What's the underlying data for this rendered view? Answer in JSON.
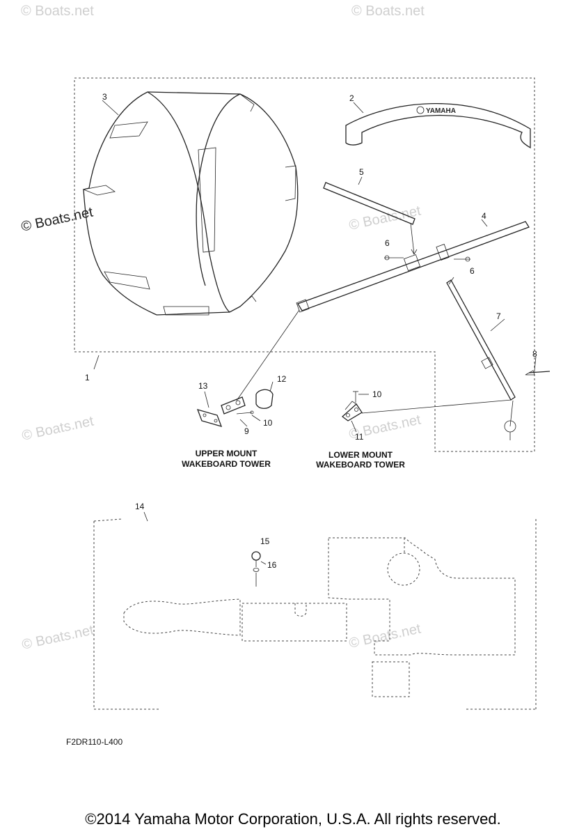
{
  "watermark": "© Boats.net",
  "callouts": [
    "1",
    "2",
    "3",
    "4",
    "5",
    "6",
    "6",
    "7",
    "8",
    "9",
    "10",
    "10",
    "11",
    "12",
    "13",
    "14",
    "15",
    "16"
  ],
  "captions": {
    "upper_line1": "UPPER MOUNT",
    "upper_line2": "WAKEBOARD TOWER",
    "lower_line1": "LOWER MOUNT",
    "lower_line2": "WAKEBOARD TOWER"
  },
  "bimini_logo": "YAMAHA",
  "diagram_code": "F2DR110-L400",
  "copyright": "©2014 Yamaha Motor Corporation, U.S.A. All rights reserved."
}
